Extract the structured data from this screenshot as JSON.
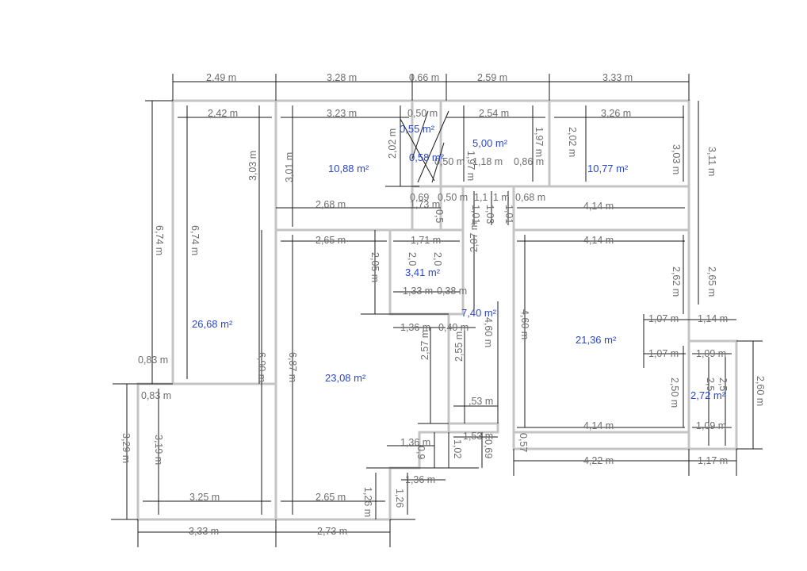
{
  "areas": {
    "a_26_68": "26,68 m²",
    "a_10_88": "10,88 m²",
    "a_23_08": "23,08 m²",
    "a_0_55": "0,55 m²",
    "a_0_58": "0,58 m²",
    "a_5_00": "5,00 m²",
    "a_10_77": "10,77 m²",
    "a_3_41": "3,41 m²",
    "a_7_40": "7,40 m²",
    "a_21_36": "21,36 m²",
    "a_2_72": "2,72 m²"
  },
  "dims": {
    "top_2_49": "2,49 m",
    "top_3_28": "3,28 m",
    "top_0_66": "0,66 m",
    "top_2_59": "2,59 m",
    "top_3_33": "3,33 m",
    "in_2_42": "2,42 m",
    "in_3_23": "3,23 m",
    "in_0_50": "0,50 m",
    "in_2_54": "2,54 m",
    "in_3_26": "3,26 m",
    "v_3_03_a": "3,03 m",
    "v_3_01": "3,01 m",
    "v_2_02_a": "2,02 m",
    "v_1_97_a": "1,97 m",
    "v_1_97_b": "1,97 m",
    "v_2_02_b": "2,02 m",
    "v_3_03_b": "3,03 m",
    "v_3_11": "3,11 m",
    "s_0_50": "0,50 m",
    "s_1_18": "1,18 m",
    "s_0_86": "0,86 m",
    "s_0_69": "0,69",
    "s_0_50b": "0,50 m",
    "s_1_1": "1,1",
    "s_1_m": "1 m",
    "s_0_68": "0,68 m",
    "h_2_68": "2,68 m",
    "h_1_73": "1,73 m",
    "h_4_14_a": "4,14 m",
    "v_0_5": "0,5",
    "v_1_01_a": "1,01",
    "v_1_03": "1,03",
    "v_1_01_b": "1,01",
    "h_2_65_a": "2,65 m",
    "h_1_71": "1,71 m",
    "h_4_14_b": "4,14 m",
    "v_6_74_a": "6,74 m",
    "v_6_74_b": "6,74 m",
    "v_2_05": "2,05 m",
    "v_2_0": "2,0",
    "v_2_0b": "2,0",
    "v_2_07": "2,07 m",
    "v_2_62": "2,62 m",
    "v_2_65": "2,65 m",
    "h_1_33": "1,33 m",
    "h_0_38": "0,38 m",
    "h_1_36_a": "1,36 m",
    "h_0_40": "0,40 m",
    "h_1_07_a": "1,07 m",
    "h_1_14": "1,14 m",
    "v_4_60_a": "4,60 m",
    "v_4_60_b": "4,60 m",
    "v_6_90": "6,90 m",
    "v_6_87": "6,87 m",
    "h_0_83_a": "0,83 m",
    "h_0_83_b": "0,83 m",
    "h_1_07_b": "1,07 m",
    "h_1_09_a": "1,09 m",
    "v_2_57": "2,57 m",
    "v_2_55": "2,55 m",
    "v_2_50": "2,50 m",
    "v_2_5a": "2,5",
    "v_2_5b": "2,5",
    "v_2_60": "2,60 m",
    "h_1_53_a": ",53 m",
    "h_4_14_c": "4,14 m",
    "h_1_09_b": "1,09 m",
    "v_3_29": "3,29 m",
    "v_3_19": "3,19 m",
    "h_1_36_b": "1,36 m",
    "h_1_53_b": "1,53 m",
    "v_0_9a": "0,9",
    "v_1_02": "1,02",
    "v_0_69": "0,69",
    "v_0_57": "0,57",
    "h_4_22": "4,22 m",
    "h_1_17": "1,17 m",
    "h_1_36_c": "1,36 m",
    "v_1_26_a": "1,26 m",
    "v_1_26_b": "1,26",
    "h_3_25": "3,25 m",
    "h_2_65_b": "2,65 m",
    "h_3_33": "3,33 m",
    "h_2_73": "2,73 m"
  }
}
